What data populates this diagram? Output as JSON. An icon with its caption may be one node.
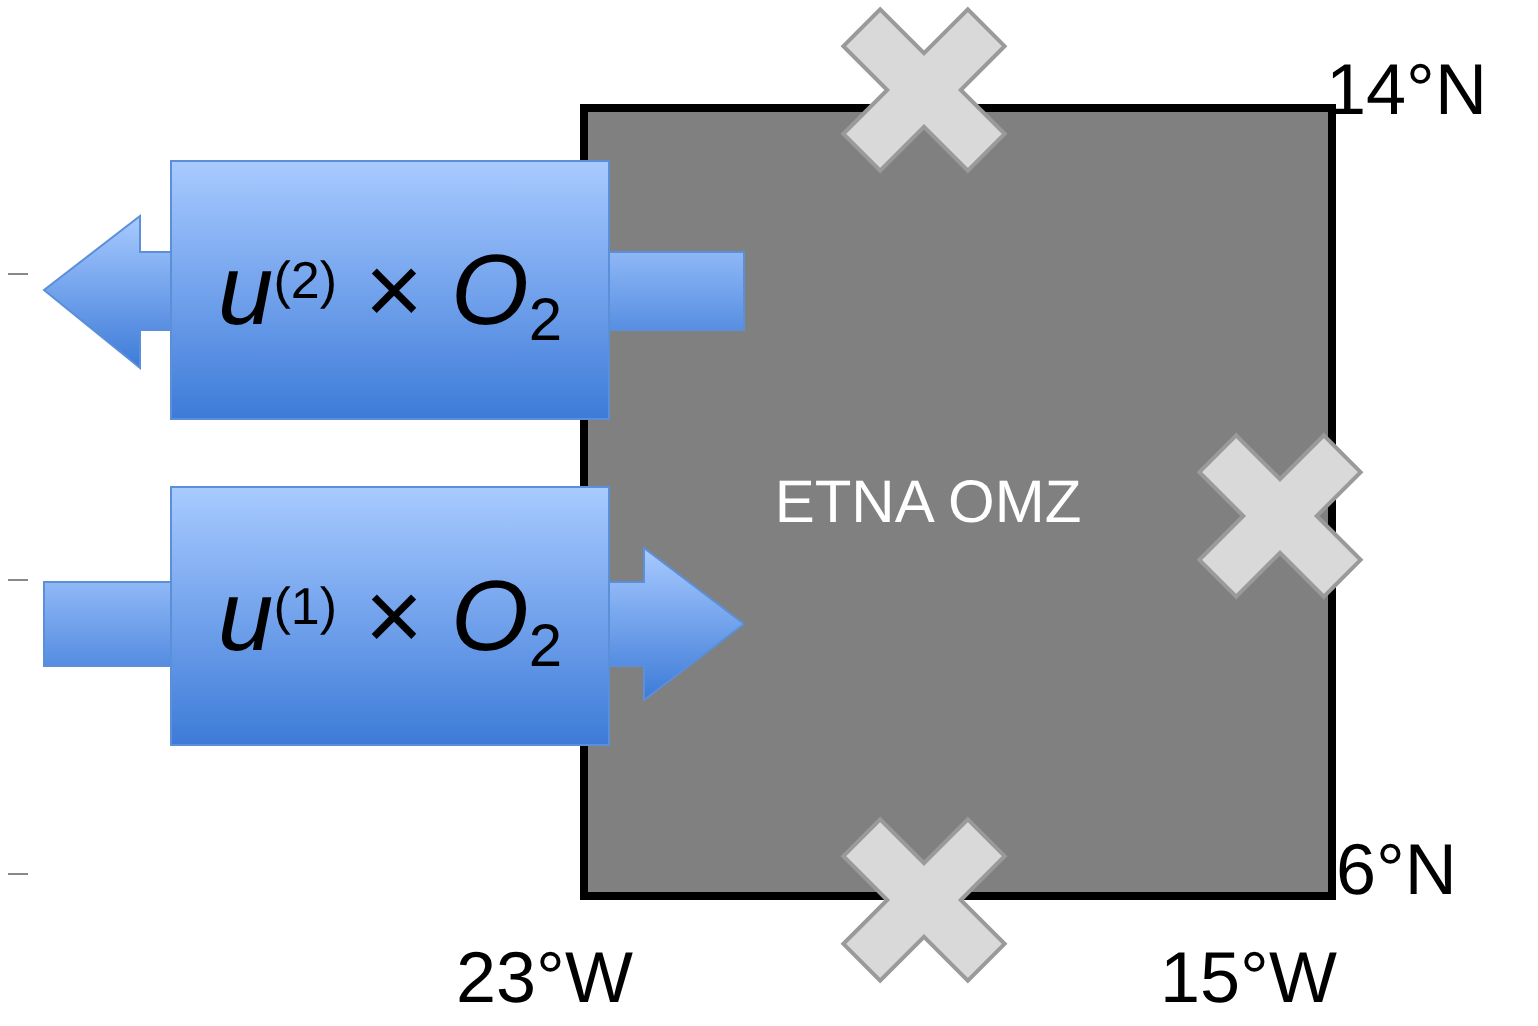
{
  "diagram": {
    "nodes": [
      {
        "text": [
          "ETNA OMZ"
        ]
      },
      {
        "text": [
          "*u*$^{(2)}$ × *O*$_{2}$"
        ]
      },
      {
        "text": [
          "*u*$^{(1)}$ × *O*$_{2}$"
        ]
      }
    ],
    "labels": [
      "14°N",
      "6°N",
      "23°W",
      "15°W"
    ]
  }
}
